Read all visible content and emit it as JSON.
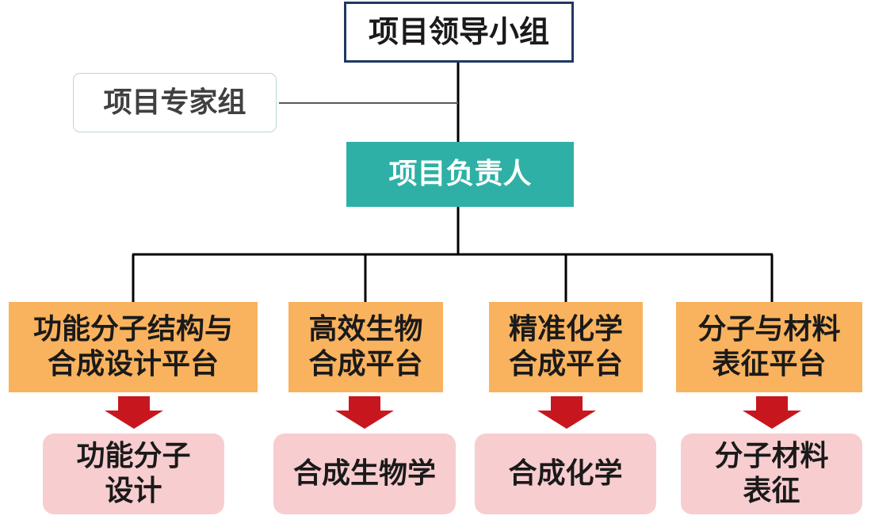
{
  "org_chart": {
    "leader_group": "项目领导小组",
    "expert_group": "项目专家组",
    "project_head": "项目负责人",
    "platforms": [
      "功能分子结构与\n合成设计平台",
      "高效生物\n合成平台",
      "精准化学\n合成平台",
      "分子与材料\n表征平台"
    ],
    "outcomes": [
      "功能分子\n设计",
      "合成生物学",
      "合成化学",
      "分子材料\n表征"
    ]
  },
  "colors": {
    "leader_border": "#1f3864",
    "head_fill": "#2fb0a6",
    "platform_fill": "#f9b25e",
    "outcome_fill": "#f8cdd0",
    "arrow_fill": "#c8161e",
    "connector": "#000000",
    "expert_connector": "#595959"
  }
}
